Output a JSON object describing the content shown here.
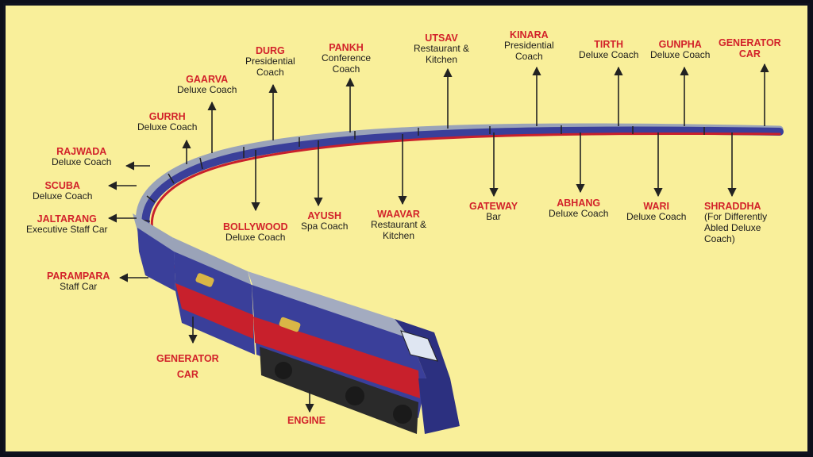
{
  "colors": {
    "background": "#f9ef9a",
    "label_name": "#d2222a",
    "label_desc": "#1b1b1b",
    "train_body": "#3a3f9a",
    "train_stripe": "#c8202c",
    "train_roof": "#9aa3b8"
  },
  "labels": [
    {
      "id": "engine",
      "name": "ENGINE",
      "desc": ""
    },
    {
      "id": "generator-car-front",
      "name": "GENERATOR",
      "name2": "CAR",
      "desc": ""
    },
    {
      "id": "parampara",
      "name": "PARAMPARA",
      "desc": "Staff Car"
    },
    {
      "id": "jaltarang",
      "name": "JALTARANG",
      "desc": "Executive Staff Car"
    },
    {
      "id": "scuba",
      "name": "SCUBA",
      "desc": "Deluxe Coach"
    },
    {
      "id": "rajwada",
      "name": "RAJWADA",
      "desc": "Deluxe Coach"
    },
    {
      "id": "gurrh",
      "name": "GURRH",
      "desc": "Deluxe Coach"
    },
    {
      "id": "gaarva",
      "name": "GAARVA",
      "desc": "Deluxe Coach"
    },
    {
      "id": "durg",
      "name": "DURG",
      "desc": "Presidential",
      "desc2": "Coach"
    },
    {
      "id": "bollywood",
      "name": "BOLLYWOOD",
      "desc": "Deluxe Coach"
    },
    {
      "id": "pankh",
      "name": "PANKH",
      "desc": "Conference",
      "desc2": "Coach"
    },
    {
      "id": "ayush",
      "name": "AYUSH",
      "desc": "Spa Coach"
    },
    {
      "id": "waavar",
      "name": "WAAVAR",
      "desc": "Restaurant &",
      "desc2": "Kitchen"
    },
    {
      "id": "utsav",
      "name": "UTSAV",
      "desc": "Restaurant &",
      "desc2": "Kitchen"
    },
    {
      "id": "gateway",
      "name": "GATEWAY",
      "desc": "Bar"
    },
    {
      "id": "kinara",
      "name": "KINARA",
      "desc": "Presidential",
      "desc2": "Coach"
    },
    {
      "id": "abhang",
      "name": "ABHANG",
      "desc": "Deluxe Coach"
    },
    {
      "id": "tirth",
      "name": "TIRTH",
      "desc": "Deluxe Coach"
    },
    {
      "id": "wari",
      "name": "WARI",
      "desc": "Deluxe Coach"
    },
    {
      "id": "gunpha",
      "name": "GUNPHA",
      "desc": "Deluxe Coach"
    },
    {
      "id": "shraddha",
      "name": "SHRADDHA",
      "desc": "(For Differently",
      "desc2": "Abled Deluxe",
      "desc3": "Coach)"
    },
    {
      "id": "generator-car-rear",
      "name": "GENERATOR",
      "name2": "CAR",
      "desc": ""
    }
  ]
}
